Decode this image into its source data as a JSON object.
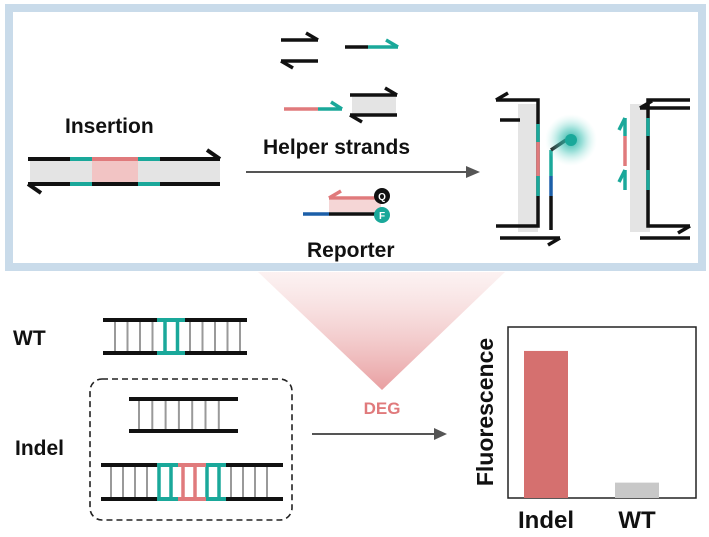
{
  "top_panel": {
    "insertion_label": "Insertion",
    "helper_label": "Helper strands",
    "reporter_label": "Reporter",
    "quencher_letter": "Q",
    "fluorophore_letter": "F"
  },
  "bottom_panel": {
    "wt_label": "WT",
    "indel_label": "Indel",
    "deg_label": "DEG"
  },
  "chart_data": {
    "type": "bar",
    "categories": [
      "Indel",
      "WT"
    ],
    "values": [
      0.86,
      0.09
    ],
    "ylabel": "Fluorescence",
    "ylim": [
      0,
      1
    ],
    "colors": [
      "#d5706f",
      "#c8c8c8"
    ]
  },
  "colors": {
    "teal": "#1aa89a",
    "pink": "#e07a7c",
    "pink_light": "#f2c4c4",
    "navy": "#1c5fa8",
    "frame": "#c9dbea",
    "strand": "#111111"
  }
}
